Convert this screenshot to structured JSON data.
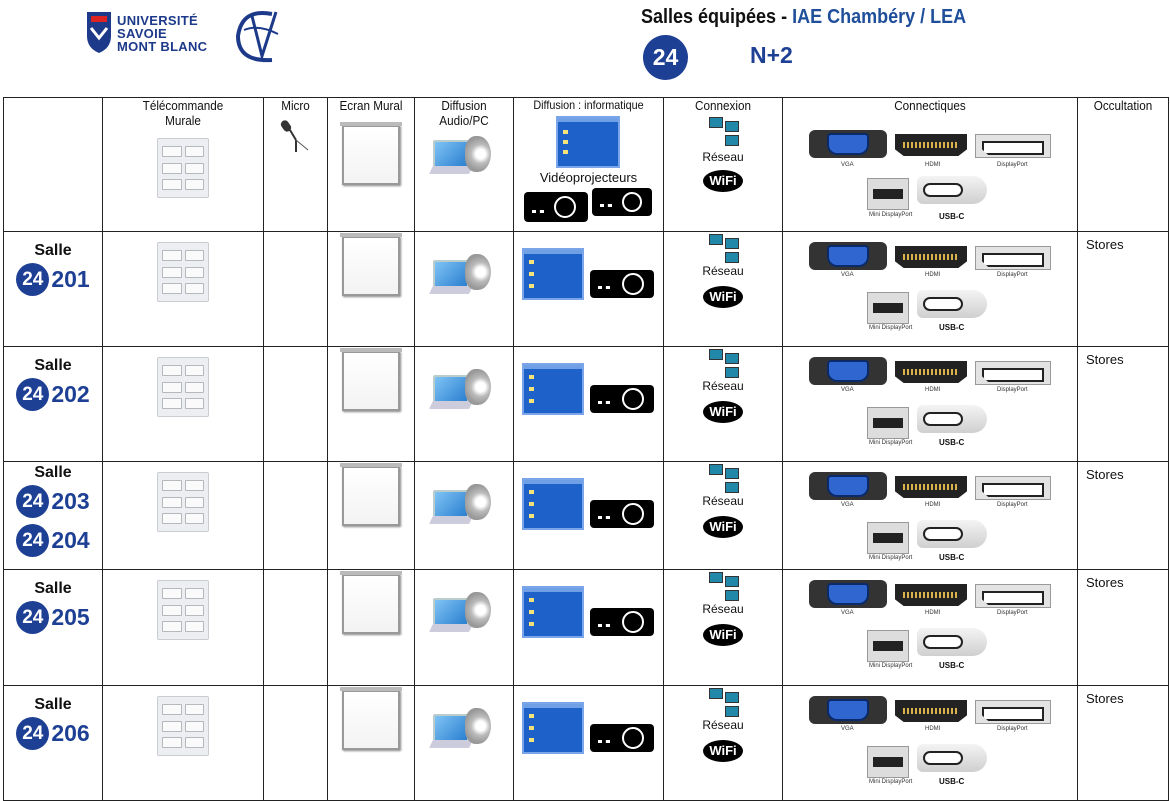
{
  "header": {
    "university": [
      "UNIVERSITÉ",
      "SAVOIE",
      "MONT BLANC"
    ],
    "title_main": "Salles équipées - ",
    "title_sub": "IAE Chambéry / LEA",
    "building": "24",
    "level": "N+2"
  },
  "columns": [
    "Télécommande Murale",
    "Micro",
    "Ecran Mural",
    "Diffusion Audio/PC",
    "Diffusion : informatique",
    "Connexion",
    "Connectiques",
    "Occultation"
  ],
  "header_extras": {
    "videoprojecteurs": "Vidéoprojecteurs",
    "reseau": "Réseau",
    "wifi": "WiFi"
  },
  "connectors": {
    "vga": "VGA",
    "hdmi": "HDMI",
    "displayport": "DisplayPort",
    "mini_displayport": "Mini DisplayPort",
    "usbc": "USB-C"
  },
  "rooms": [
    {
      "label": "Salle",
      "building": "24",
      "numbers": [
        "201"
      ],
      "occultation": "Stores"
    },
    {
      "label": "Salle",
      "building": "24",
      "numbers": [
        "202"
      ],
      "occultation": "Stores"
    },
    {
      "label": "Salle",
      "building": "24",
      "numbers": [
        "203",
        "204"
      ],
      "occultation": "Stores"
    },
    {
      "label": "Salle",
      "building": "24",
      "numbers": [
        "205"
      ],
      "occultation": "Stores"
    },
    {
      "label": "Salle",
      "building": "24",
      "numbers": [
        "206"
      ],
      "occultation": "Stores"
    }
  ],
  "colors": {
    "brand_blue": "#1d3f94",
    "title_blue": "#1f4e9a"
  }
}
